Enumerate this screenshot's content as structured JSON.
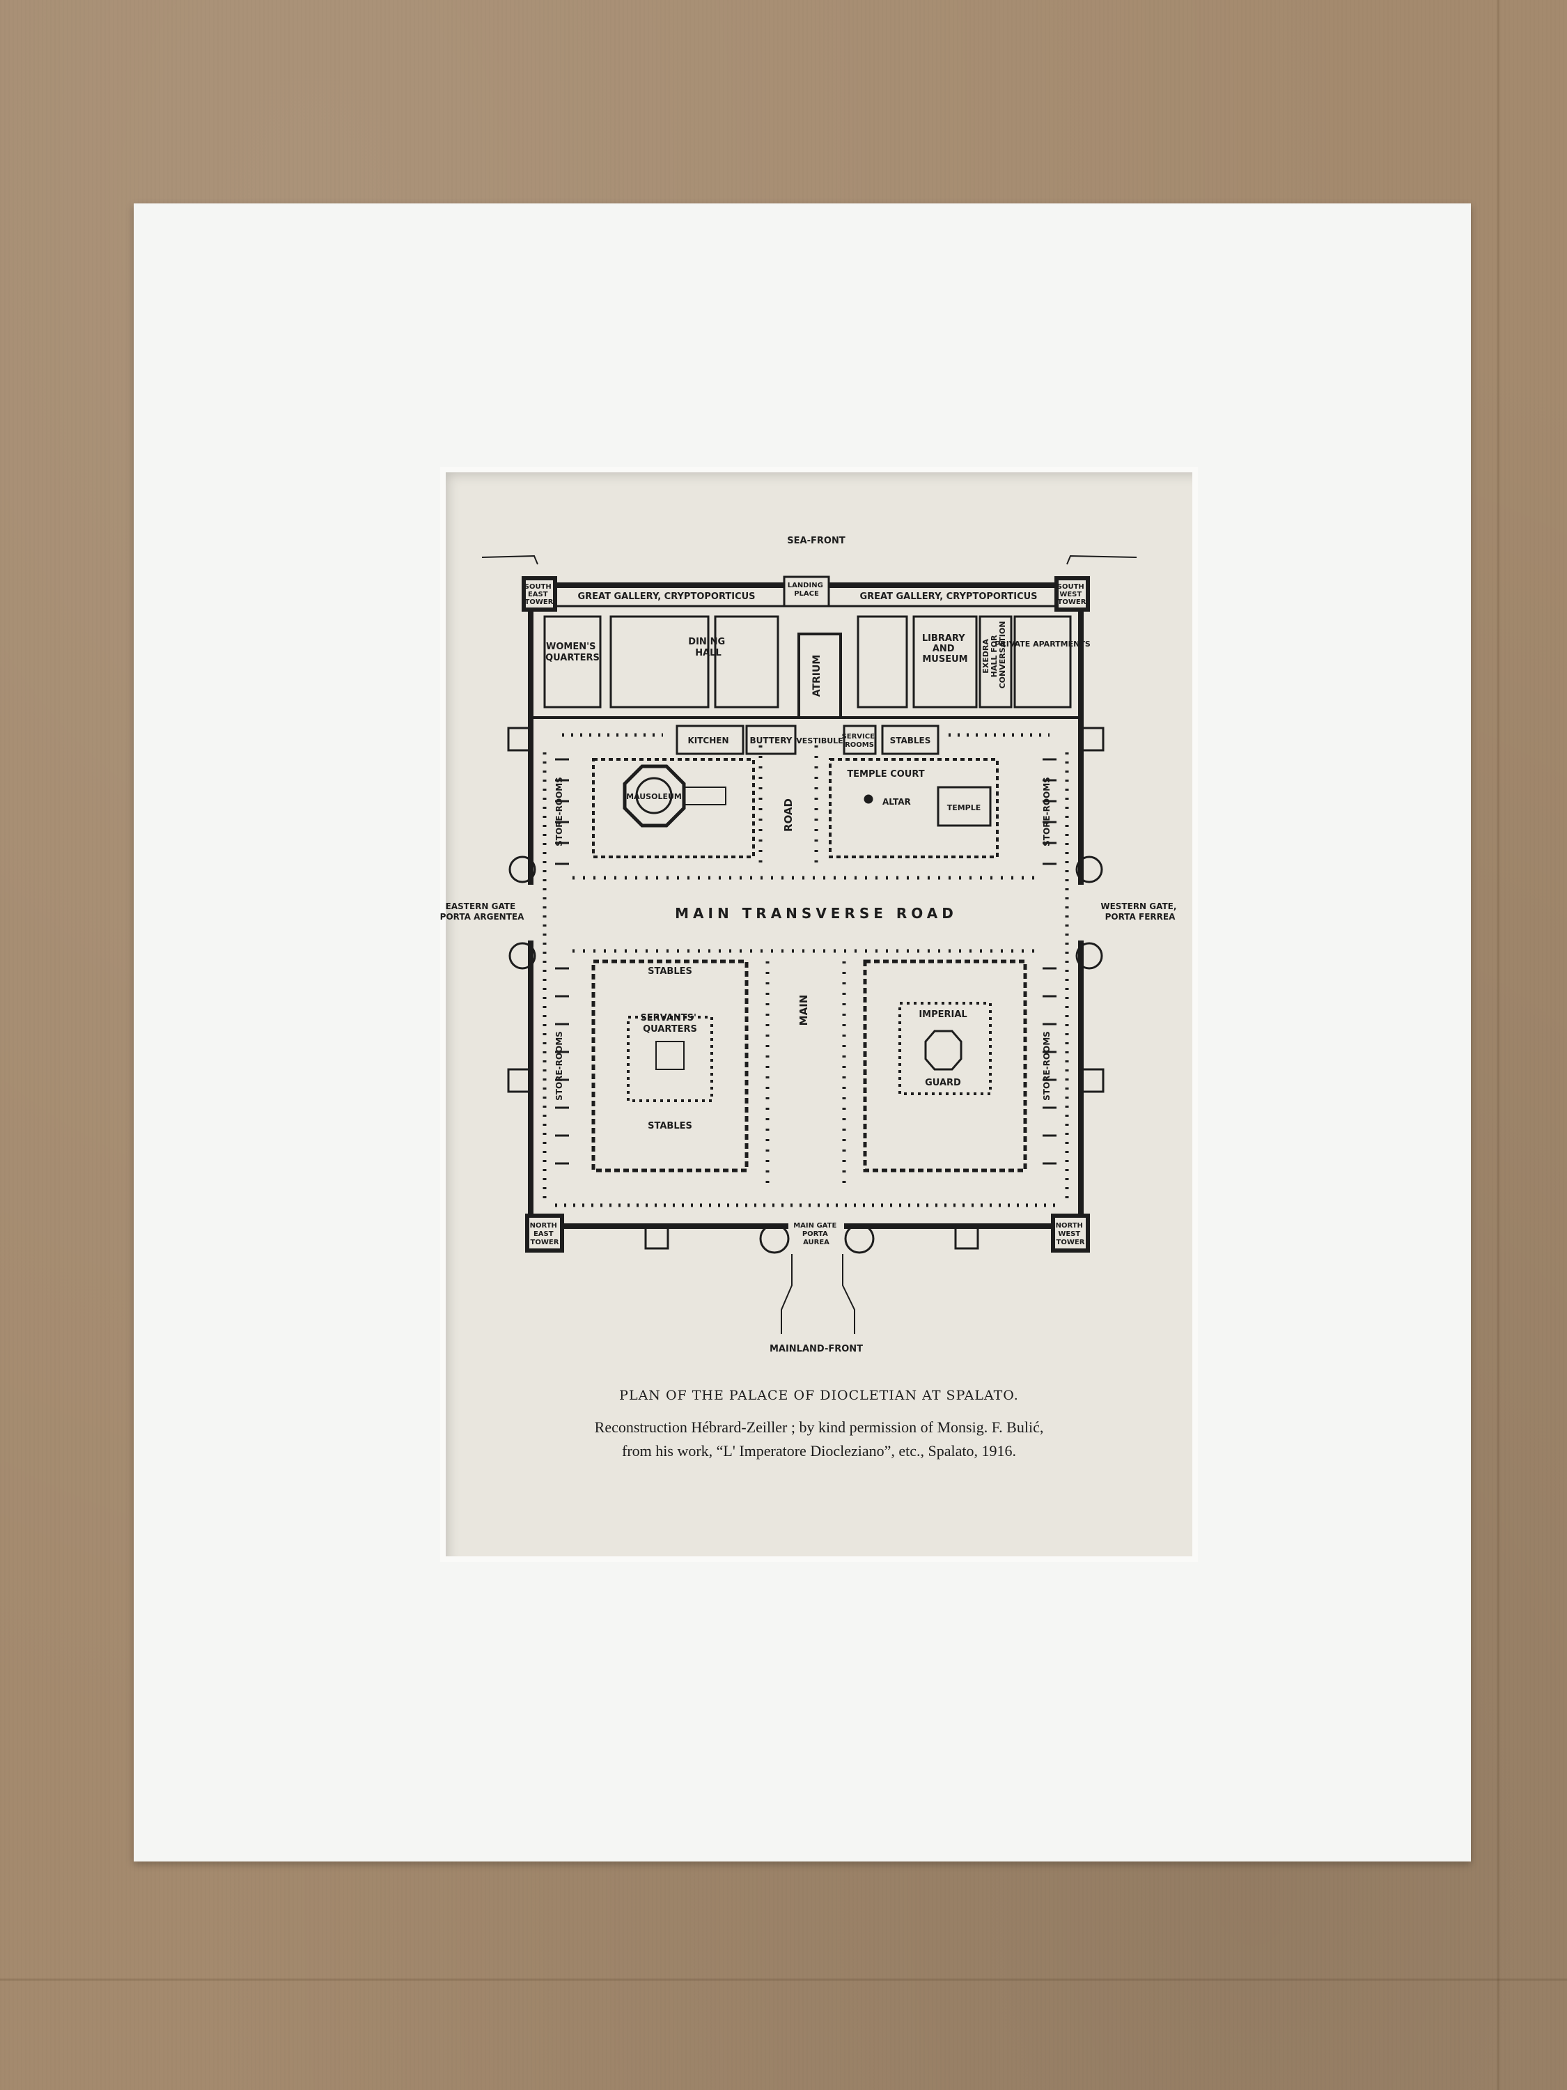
{
  "plan": {
    "sea_front": "SEA-FRONT",
    "mainland_front": "MAINLAND-FRONT",
    "south_east_tower": [
      "SOUTH",
      "EAST",
      "TOWER"
    ],
    "south_west_tower": [
      "SOUTH",
      "WEST",
      "TOWER"
    ],
    "north_east_tower": [
      "NORTH",
      "EAST",
      "TOWER"
    ],
    "north_west_tower": [
      "NORTH",
      "WEST",
      "TOWER"
    ],
    "landing_place": [
      "LANDING",
      "PLACE"
    ],
    "gallery_left": "GREAT GALLERY, CRYPTOPORTICUS",
    "gallery_right": "GREAT GALLERY, CRYPTOPORTICUS",
    "womens_quarters": [
      "WOMEN'S",
      "QUARTERS"
    ],
    "dining_hall": [
      "DINING",
      "HALL"
    ],
    "atrium": "ATRIUM",
    "library_museum": [
      "LIBRARY",
      "AND",
      "MUSEUM"
    ],
    "exedra": [
      "EXEDRA",
      "HALL FOR",
      "CONVERSATION"
    ],
    "private_apartments": "PRIVATE APARTMENTS",
    "kitchen": "KITCHEN",
    "buttery": "BUTTERY",
    "vestibule": "VESTIBULE",
    "service_rooms": [
      "SERVICE",
      "ROOMS"
    ],
    "stables_top": "STABLES",
    "store_rooms": "STORE-ROOMS",
    "mausoleum": "MAUSOLEUM",
    "road": "ROAD",
    "temple_court": "TEMPLE COURT",
    "altar": "ALTAR",
    "temple": "TEMPLE",
    "eastern_gate": [
      "EASTERN GATE",
      "PORTA ARGENTEA"
    ],
    "western_gate": [
      "WESTERN GATE,",
      "PORTA FERREA"
    ],
    "main_transverse_road": "MAIN TRANSVERSE ROAD",
    "stables": "STABLES",
    "servants_quarters": [
      "SERVANTS'",
      "QUARTERS"
    ],
    "main": "MAIN",
    "imperial": "IMPERIAL",
    "guard": "GUARD",
    "main_gate": [
      "MAIN GATE",
      "PORTA",
      "AUREA"
    ]
  },
  "caption": {
    "title": "PLAN OF THE PALACE OF DIOCLETIAN AT SPALATO.",
    "line1": "Reconstruction Hébrard-Zeiller ; by kind permission of Monsig. F. Bulić,",
    "line2": "from his work, “L' Imperatore Diocleziano”, etc., Spalato, 1916."
  }
}
